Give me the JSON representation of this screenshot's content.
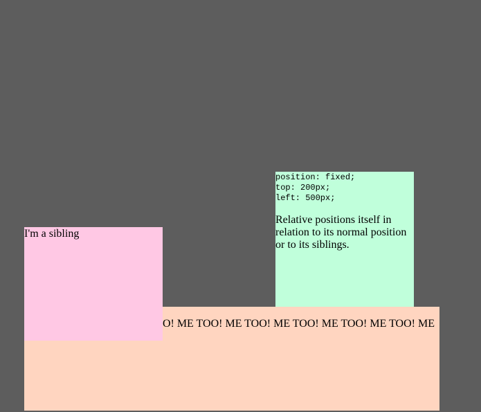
{
  "colors": {
    "page_background": "#5d5d5d",
    "metoo_box": "#ffd5c0",
    "sibling_box": "#ffc8e4",
    "fixed_box": "#c0ffdb"
  },
  "metoo_box": {
    "text": "ME TOO! ME TOO! ME TOO! ME TOO! ME TOO! ME TOO! ME TOO! ME TOO! ME TOO! ME"
  },
  "sibling_box": {
    "text": "I'm a sibling"
  },
  "fixed_box": {
    "code": "position: fixed;\ntop: 200px;\nleft: 500px;",
    "description": "Relative positions itself in relation to its normal position or to its siblings."
  }
}
